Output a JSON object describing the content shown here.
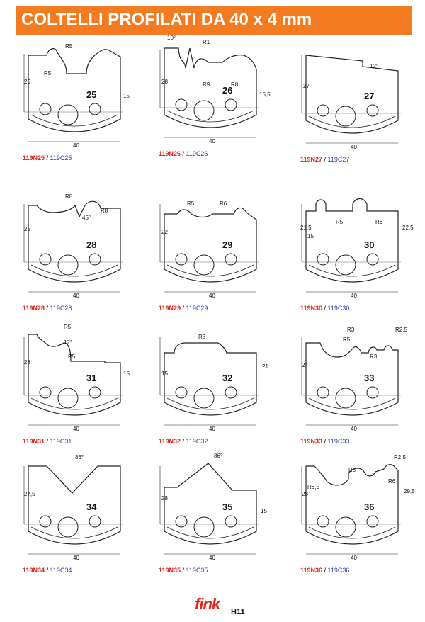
{
  "page": {
    "title": "COLTELLI PROFILATI DA 40 x 4 mm",
    "header_color": "#f47b20",
    "code_red_color": "#e2231a",
    "code_blue_color": "#2b3ea8",
    "footer_mark": "–",
    "logo_text": "fink",
    "logo_sub": "H11"
  },
  "knives": [
    {
      "number": "25",
      "code_n": "119N25",
      "code_c": "119C25",
      "dims": [
        "R5",
        "R5",
        "26",
        "15",
        "40"
      ]
    },
    {
      "number": "26",
      "code_n": "119N26",
      "code_c": "119C26",
      "dims": [
        "10°",
        "R1",
        "R9",
        "R8",
        "28",
        "15,5",
        "40"
      ]
    },
    {
      "number": "27",
      "code_n": "119N27",
      "code_c": "119C27",
      "dims": [
        "12°",
        "27",
        "40"
      ]
    },
    {
      "number": "28",
      "code_n": "119N28",
      "code_c": "119C28",
      "dims": [
        "R8",
        "R8",
        "45°",
        "25",
        "40"
      ]
    },
    {
      "number": "29",
      "code_n": "119N29",
      "code_c": "119C29",
      "dims": [
        "R5",
        "R6",
        "22",
        "40"
      ]
    },
    {
      "number": "30",
      "code_n": "119N30",
      "code_c": "119C30",
      "dims": [
        "R5",
        "R6",
        "21,5",
        "15",
        "22,5",
        "40"
      ]
    },
    {
      "number": "31",
      "code_n": "119N31",
      "code_c": "119C31",
      "dims": [
        "R5",
        "12°",
        "R5",
        "28",
        "15",
        "40"
      ]
    },
    {
      "number": "32",
      "code_n": "119N32",
      "code_c": "119C32",
      "dims": [
        "R3",
        "15",
        "21",
        "40"
      ]
    },
    {
      "number": "33",
      "code_n": "119N33",
      "code_c": "119C33",
      "dims": [
        "R3",
        "R2,5",
        "R5",
        "R3",
        "24",
        "40"
      ]
    },
    {
      "number": "34",
      "code_n": "119N34",
      "code_c": "119C34",
      "dims": [
        "86°",
        "27,5",
        "40"
      ]
    },
    {
      "number": "35",
      "code_n": "119N35",
      "code_c": "119C35",
      "dims": [
        "86°",
        "28",
        "15",
        "40"
      ]
    },
    {
      "number": "36",
      "code_n": "119N36",
      "code_c": "119C36",
      "dims": [
        "R2,5",
        "R5",
        "R6,5",
        "R6",
        "28",
        "29,5",
        "40"
      ]
    }
  ]
}
